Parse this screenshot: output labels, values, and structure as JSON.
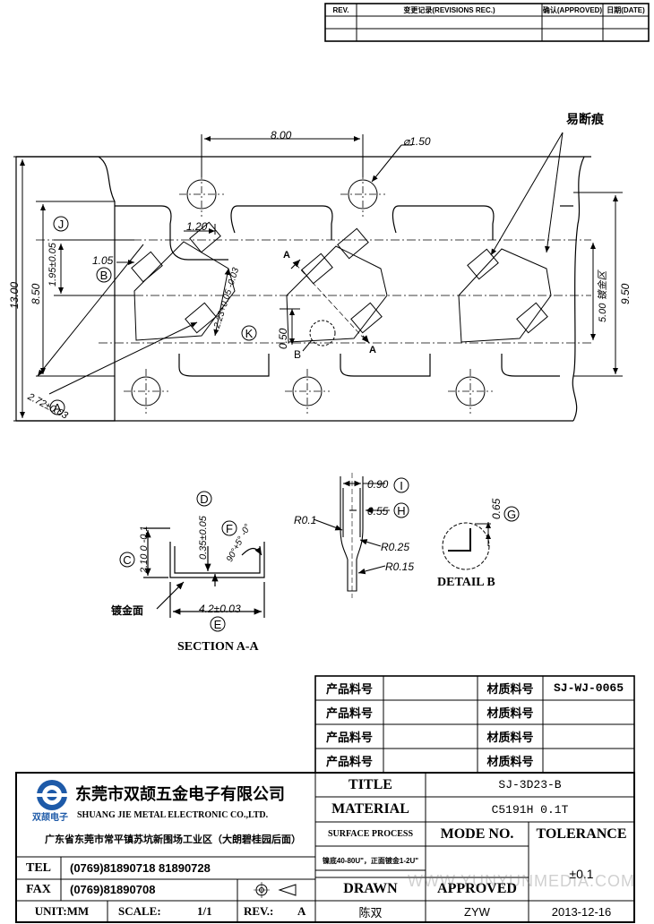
{
  "revision_table": {
    "headers": [
      "REV.",
      "变更记录(REVISIONS REC.)",
      "确认(APPROVED)",
      "日期(DATE)"
    ]
  },
  "drawing": {
    "note_break_mark": "易断痕",
    "dims": {
      "pitch": "8.00",
      "hole": "⌀1.50",
      "d_120": "1.20",
      "d_105": "1.05",
      "d_195": "1.95±0.05",
      "d_850": "8.50",
      "d_1300": "13.00",
      "d_223": "2.23+0.05 -0.03",
      "d_050": "0.50",
      "d_272": "2.72±0.03",
      "d_500": "5.00 镀金区",
      "d_950": "9.50",
      "d_090": "0.90",
      "d_055": "0.55",
      "r01": "R0.1",
      "r025": "R0.25",
      "r015": "R0.15",
      "d_065": "0.65",
      "d_035": "0.35±0.05",
      "d_210": "2.10 0 -0.1",
      "d_90deg": "90°+5° -0°",
      "d_42": "4.2±0.03"
    },
    "balloons": {
      "A": "A",
      "B": "B",
      "C": "C",
      "D": "D",
      "E": "E",
      "F": "F",
      "G": "G",
      "H": "H",
      "I": "I",
      "J": "J",
      "K": "K"
    },
    "section_marks": {
      "a1": "A",
      "a2": "A",
      "b": "B"
    },
    "labels": {
      "plating_face": "镀金面",
      "section_title": "SECTION A-A",
      "detail_title": "DETAIL B"
    }
  },
  "part_table": {
    "rows": [
      {
        "left_label": "产品料号",
        "left_value": "",
        "right_label": "材质料号",
        "right_value": "SJ-WJ-0065"
      },
      {
        "left_label": "产品料号",
        "left_value": "",
        "right_label": "材质料号",
        "right_value": ""
      },
      {
        "left_label": "产品料号",
        "left_value": "",
        "right_label": "材质料号",
        "right_value": ""
      },
      {
        "left_label": "产品料号",
        "left_value": "",
        "right_label": "材质料号",
        "right_value": ""
      }
    ]
  },
  "title_block": {
    "company_cn": "东莞市双颉五金电子有限公司",
    "company_en": "SHUANG JIE METAL ELECTRONIC CO.,LTD.",
    "logo_text": "双颉电子",
    "address": "广东省东莞市常平镇苏坑新围场工业区（大朗碧桂园后面）",
    "tel_label": "TEL",
    "tel_value": "(0769)81890718  81890728",
    "fax_label": "FAX",
    "fax_value": "(0769)81890708",
    "title_label": "TITLE",
    "title_value": "SJ-3D23-B",
    "material_label": "MATERIAL",
    "material_value": "C5191H 0.1T",
    "surface_label": "SURFACE PROCESS",
    "surface_value": "镍底40-80U\"，正面镀金1-2U\"",
    "mode_label": "MODE NO.",
    "mode_value": "",
    "tolerance_label": "TOLERANCE",
    "tolerance_value": "±0.1",
    "drawn_label": "DRAWN",
    "drawn_value": "陈双",
    "approved_label": "APPROVED",
    "approved_value": "ZYW",
    "date_value": "2013-12-16",
    "unit_label": "UNIT:MM",
    "scale_label": "SCALE:",
    "scale_value": "1/1",
    "rev_label": "REV.:",
    "rev_value": "A"
  },
  "watermark": "WWW.YUNYUNMEDIA.COM"
}
